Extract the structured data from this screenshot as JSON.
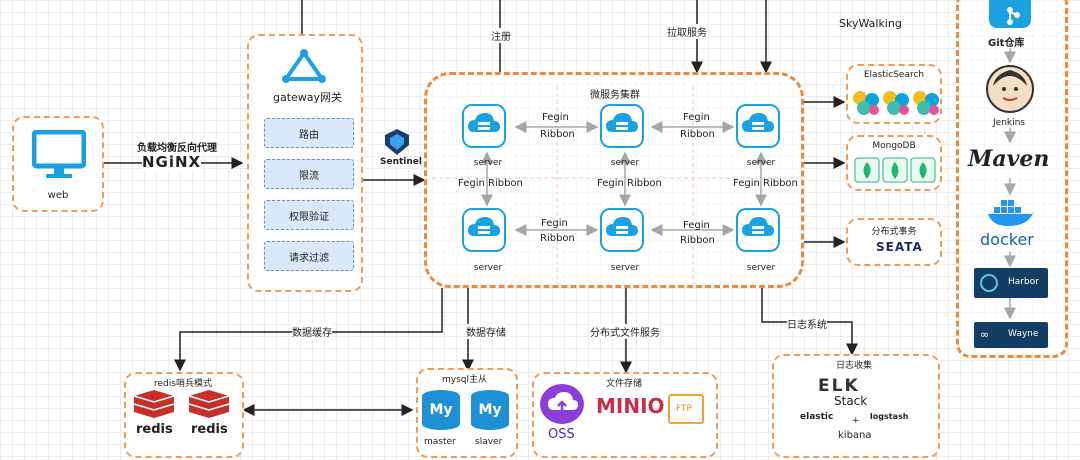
{
  "web": {
    "label": "web"
  },
  "nginx": {
    "caption": "负载均衡反向代理",
    "logo": "NGiNX"
  },
  "gateway": {
    "title": "gateway网关",
    "items": [
      "路由",
      "限流",
      "权限验证",
      "请求过滤"
    ]
  },
  "sentinel": {
    "label": "Sentinel"
  },
  "top": {
    "register": "注册",
    "pull": "拉取服务",
    "skywalking": "SkyWalking"
  },
  "cluster": {
    "title": "微服务集群",
    "server_label": "server",
    "fegin": "Fegin",
    "ribbon": "Ribbon",
    "vertical": "Fegin  Ribbon"
  },
  "stores": {
    "elastic": "ElasticSearch",
    "mongo": "MongoDB",
    "tx": "分布式事务",
    "seata": "SEATA"
  },
  "devops": {
    "git": "Git仓库",
    "jenkins": "Jenkins",
    "maven": "Maven",
    "docker": "docker",
    "harbor": "Harbor",
    "wayne": "Wayne"
  },
  "bottom": {
    "cache_edge": "数据缓存",
    "store_edge": "数据存储",
    "file_edge": "分布式文件服务",
    "log_edge": "日志系统",
    "redis_title": "redis哨兵模式",
    "redis": "redis",
    "mysql_title": "mysql主从",
    "master": "master",
    "slaver": "slaver",
    "my": "My",
    "file_title": "文件存储",
    "oss": "OSS",
    "minio": "MINIO",
    "ftp": "FTP",
    "log_title": "日志收集",
    "stack": "Stack",
    "elk": "ELK",
    "elastic": "elastic",
    "logstash": "logstash",
    "kibana": "kibana",
    "plus": "+"
  },
  "colors": {
    "accent": "#f08a3a",
    "server": "#1ba1e2",
    "gateway_item": "#dae8fc",
    "redis": "#c6302b",
    "mysql": "#1e90d6"
  }
}
